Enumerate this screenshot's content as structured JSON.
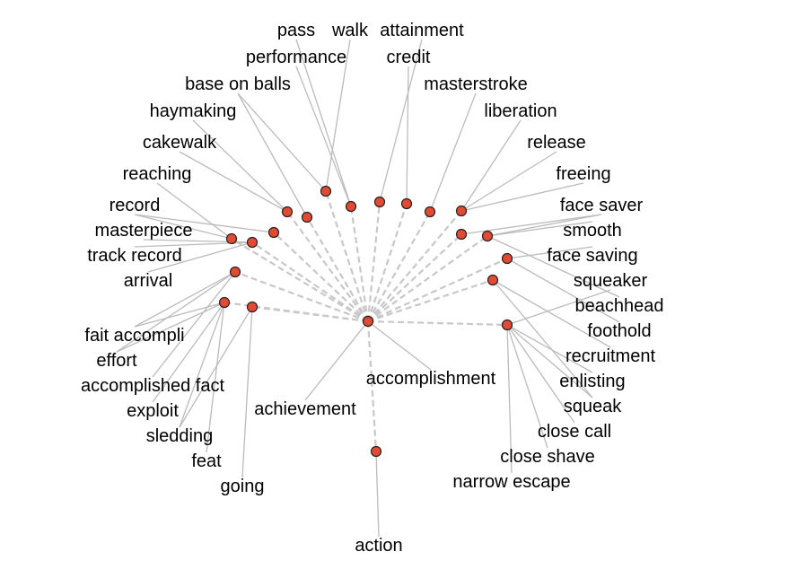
{
  "colors": {
    "node_fill": "#e34a33",
    "node_stroke": "#222222",
    "edge": "#bbbbbb",
    "dashed_edge": "#c8c8c8",
    "text": "#000000"
  },
  "graph": {
    "center": {
      "id": "c",
      "labels": [
        "achievement",
        "accomplishment"
      ]
    },
    "nodes": [
      {
        "id": "n1",
        "labels": [
          "walk",
          "base on balls"
        ]
      },
      {
        "id": "n2",
        "labels": [
          "pass",
          "performance"
        ]
      },
      {
        "id": "n3",
        "labels": [
          "attainment"
        ]
      },
      {
        "id": "n4",
        "labels": [
          "credit"
        ]
      },
      {
        "id": "n5",
        "labels": [
          "masterstroke"
        ]
      },
      {
        "id": "n6",
        "labels": [
          "liberation",
          "release",
          "freeing"
        ]
      },
      {
        "id": "n7",
        "labels": [
          "face saver"
        ]
      },
      {
        "id": "n8",
        "labels": [
          "face saver",
          "smooth",
          "beachhead"
        ]
      },
      {
        "id": "n9",
        "labels": [
          "foothold",
          "face saving"
        ]
      },
      {
        "id": "n10",
        "labels": [
          "recruitment",
          "squeak"
        ]
      },
      {
        "id": "n11",
        "labels": [
          "squeaker",
          "enlisting",
          "squeak",
          "close call",
          "close shave",
          "narrow escape"
        ]
      },
      {
        "id": "n12",
        "labels": [
          "action"
        ]
      },
      {
        "id": "n13",
        "labels": [
          "haymaking",
          "cakewalk"
        ]
      },
      {
        "id": "n14",
        "labels": [
          "base on balls"
        ]
      },
      {
        "id": "n15",
        "labels": [
          "record"
        ]
      },
      {
        "id": "n16",
        "labels": [
          "record",
          "reaching"
        ]
      },
      {
        "id": "n17",
        "labels": [
          "masterpiece",
          "track record",
          "arrival"
        ]
      },
      {
        "id": "n18",
        "labels": [
          "fait accompli",
          "effort",
          "accomplished fact"
        ]
      },
      {
        "id": "n19",
        "labels": [
          "effort",
          "fait accompli",
          "exploit",
          "sledding",
          "feat"
        ]
      },
      {
        "id": "n20",
        "labels": [
          "going",
          "sledding"
        ]
      }
    ],
    "labels": [
      "walk",
      "pass",
      "attainment",
      "credit",
      "performance",
      "base on balls",
      "masterstroke",
      "liberation",
      "haymaking",
      "release",
      "cakewalk",
      "freeing",
      "reaching",
      "face saver",
      "record",
      "smooth",
      "masterpiece",
      "track record",
      "face saving",
      "squeaker",
      "arrival",
      "beachhead",
      "foothold",
      "fait accompli",
      "effort",
      "recruitment",
      "accomplished fact",
      "enlisting",
      "accomplishment",
      "achievement",
      "exploit",
      "squeak",
      "sledding",
      "close call",
      "feat",
      "close shave",
      "going",
      "narrow escape",
      "action"
    ]
  }
}
